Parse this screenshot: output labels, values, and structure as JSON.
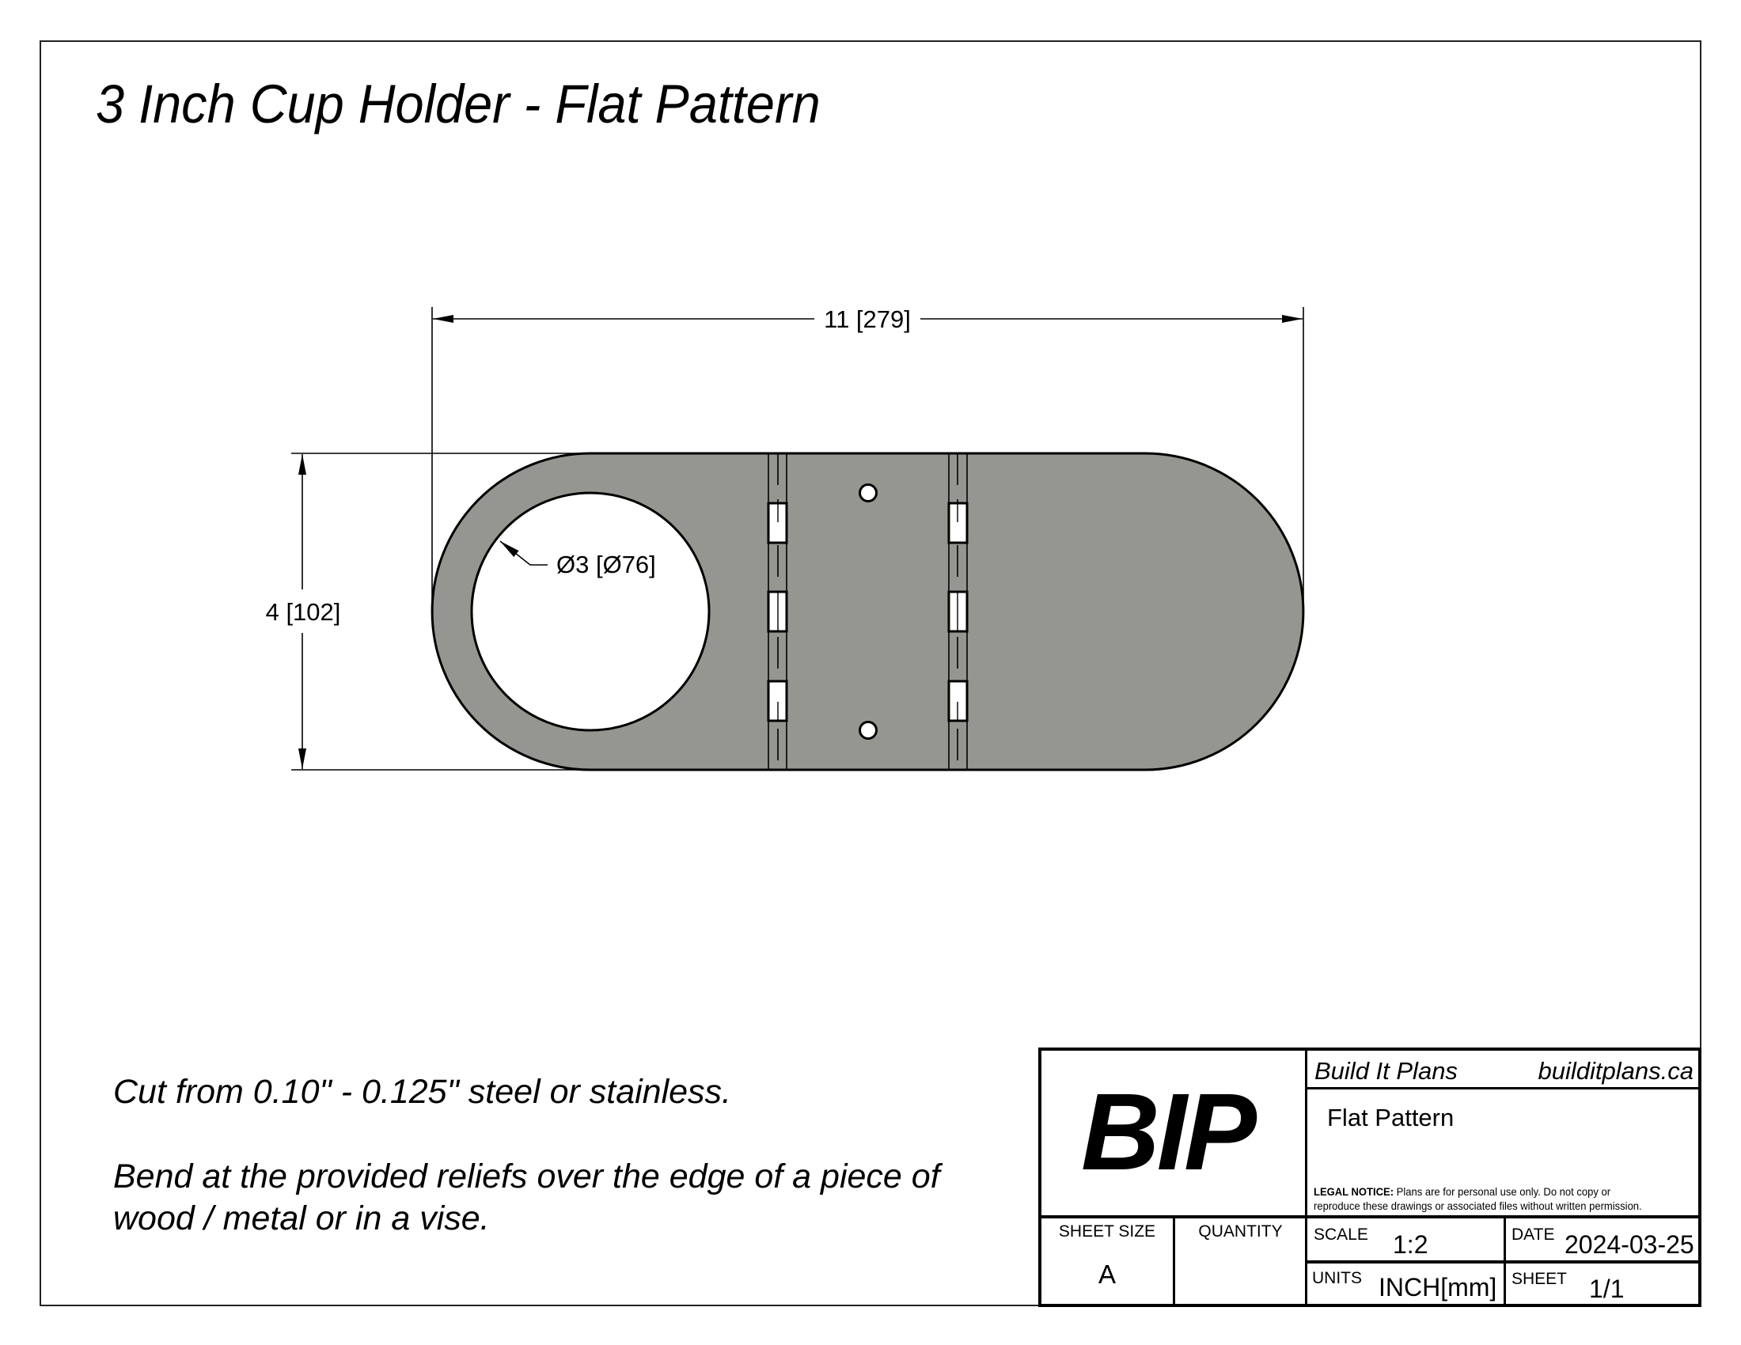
{
  "drawing": {
    "title": "3 Inch Cup Holder - Flat Pattern",
    "dimensions": {
      "overall_length": "11 [279]",
      "overall_height": "4 [102]",
      "hole_diameter": "Ø3 [Ø76]"
    },
    "part": {
      "fill_color": "#94968f",
      "outline_color": "#000000",
      "bend_lines": 2,
      "relief_slots_per_bend": 3,
      "mounting_holes": 2
    },
    "notes": [
      "Cut from 0.10\" - 0.125\" steel or stainless.",
      "Bend at the provided reliefs over the edge of a piece of",
      "wood / metal or in a vise."
    ]
  },
  "title_block": {
    "logo": "BIP",
    "company": "Build It Plans",
    "website": "builditplans.ca",
    "drawing_name": "Flat Pattern",
    "legal_notice_label": "LEGAL NOTICE:",
    "legal_notice_line1": " Plans are for personal use only. Do not copy or",
    "legal_notice_line2": "reproduce these drawings or associated files without written permission.",
    "sheet_size_label": "SHEET SIZE",
    "sheet_size_value": "A",
    "quantity_label": "QUANTITY",
    "quantity_value": "",
    "scale_label": "SCALE",
    "scale_value": "1:2",
    "date_label": "DATE",
    "date_value": "2024-03-25",
    "units_label": "UNITS",
    "units_value": "INCH[mm]",
    "sheet_label": "SHEET",
    "sheet_value": "1/1"
  }
}
